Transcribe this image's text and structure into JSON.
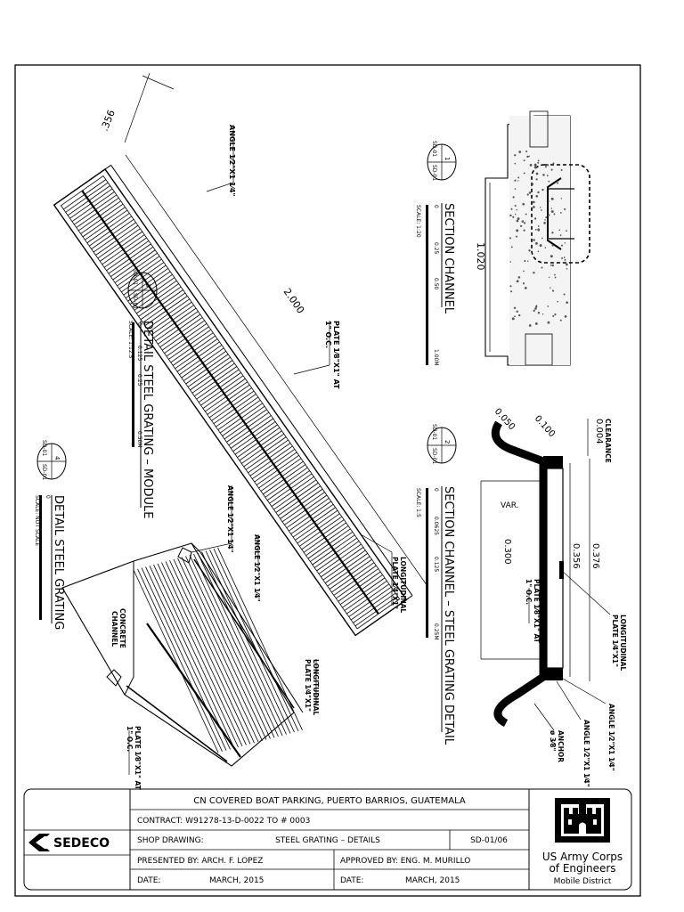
{
  "title_block": {
    "project": "CN COVERED BOAT PARKING, PUERTO BARRIOS, GUATEMALA",
    "contract": "CONTRACT:  W91278-13-D-0022    TO # 0003",
    "shop_drawing_label": "SHOP DRAWING:",
    "shop_drawing_title": "STEEL GRATING – DETAILS",
    "sheet_number": "SD-01/06",
    "presented_by": "PRESENTED BY: ARCH. F. LOPEZ",
    "approved_by": "APPROVED BY: ENG. M. MURILLO",
    "date_label": "DATE:",
    "date_left": "MARCH, 2015",
    "date_right": "MARCH, 2015",
    "company_logo": "SEDECO",
    "agency_line1": "US Army Corps",
    "agency_line2": "of Engineers",
    "agency_line3": "Mobile District"
  },
  "details": {
    "d1": {
      "title": "SECTION CHANNEL",
      "scale": "SCALE: 1:20",
      "num": "1",
      "ref_left": "SD-01",
      "ref_right": "SD-01",
      "ticks": [
        "0",
        "0.25",
        "0.50",
        "1.00M"
      ]
    },
    "d2": {
      "title": "SECTION CHANNEL – STEEL GRATING DETAIL",
      "scale": "SCALE: 1:5",
      "num": "2",
      "ref_left": "SD-01",
      "ref_right": "SD-01",
      "ticks": [
        "0",
        "0.0625",
        "0.125",
        "0.25M"
      ]
    },
    "d3": {
      "title": "DETAIL STEEL GRATING – MODULE",
      "scale": "SCALE: 1:12.5",
      "num": "3",
      "ref_left": "SD-01",
      "ref_right": "SD-01",
      "ticks": [
        "0",
        "0.125",
        "0.25",
        "0.50M"
      ]
    },
    "d4": {
      "title": "DETAIL STEEL GRATING",
      "scale": "SCALE: NOT SCALE",
      "num": "4",
      "ref_left": "SD-01",
      "ref_right": "SD-01",
      "ticks": [
        "0"
      ]
    }
  },
  "annotations": {
    "angle_a": "ANGLE 1⁄2\"X1 1⁄4\"",
    "angle_b": "ANGLE 1⁄2\"X1 1⁄4\"",
    "angle_c": "ANGLE 1⁄2\"X1 1⁄4\"",
    "angle_d": "ANGLE 1⁄2\"X1 1⁄4\"",
    "angle_e": "ANGLE 1⁄2\"X1 1⁄4\"",
    "plate_at_a": "PLATE 1⁄8\"X1\" AT",
    "plate_at_a2": "1\" O.C.",
    "plate_at_b": "PLATE 1⁄8\"X1\" AT",
    "plate_at_b2": "1\" O.C.",
    "plate_at_c": "PLATE 1⁄8\"X1\" AT",
    "plate_at_c2": "1\" O.C.",
    "long_plate_a": "LONGITUDINAL",
    "long_plate_a2": "PLATE 1⁄4\"X1\"",
    "long_plate_b": "LONGITUDINAL",
    "long_plate_b2": "PLATE 1⁄4\"X1\"",
    "long_plate_c": "LONGITUDINAL",
    "long_plate_c2": "PLATE 1⁄4\"X1\"",
    "concrete_channel": "CONCRETE",
    "concrete_channel2": "CHANNEL",
    "clearance": "CLEARANCE",
    "anchor": "ANCHOR",
    "anchor2": "ø 3⁄8\"",
    "var": "VAR."
  },
  "dimensions": {
    "dim_356": ".356",
    "dim_2000": "2.000",
    "dim_1020": "1.020",
    "dim_0050": "0.050",
    "dim_0100": "0.100",
    "dim_0004": "0.004",
    "dim_0300": "0.300",
    "dim_0356": "0.356",
    "dim_0376": "0.376"
  }
}
